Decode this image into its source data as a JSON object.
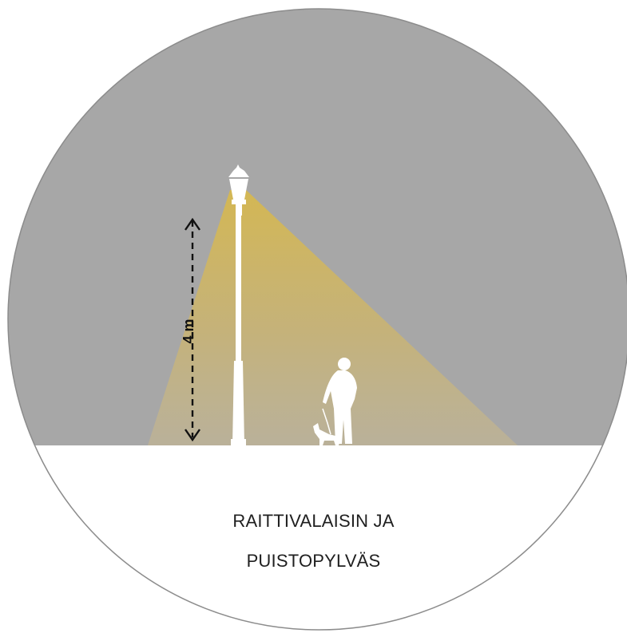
{
  "diagram": {
    "caption_line_1": "RAITTIVALAISIN JA",
    "caption_line_2": "PUISTOPYLVÄS",
    "height_label": "4 m",
    "colors": {
      "sky": "#a7a7a7",
      "ground": "#ffffff",
      "light_cone": "#d9bd5a",
      "silhouettes": "#ffffff",
      "outline": "#8c8c8c",
      "arrow": "#111111"
    },
    "icons": [
      "street-lamp-icon",
      "person-icon",
      "dog-icon",
      "height-arrow-icon"
    ]
  }
}
